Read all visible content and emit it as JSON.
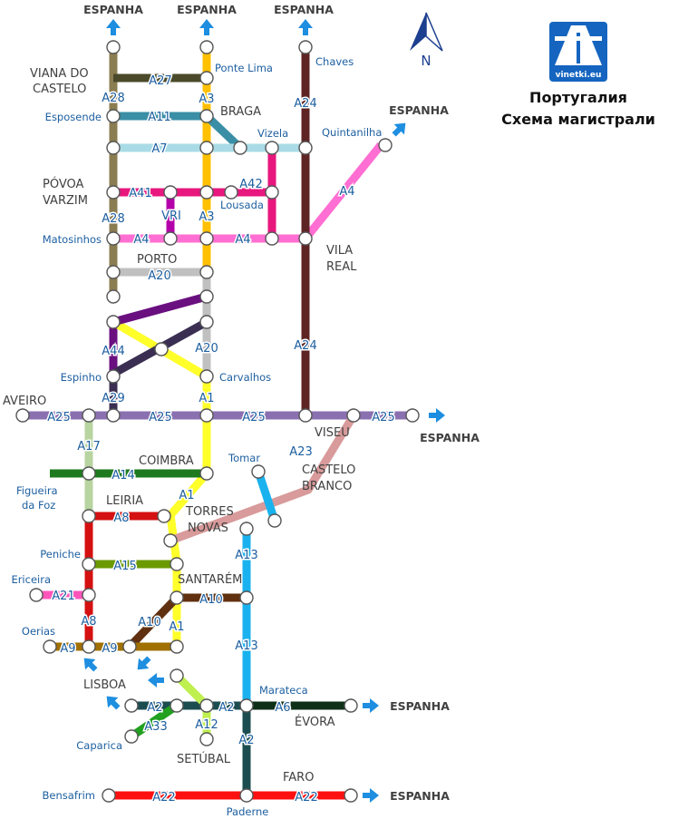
{
  "title": {
    "line1": "Португалия",
    "line2": "Схема магистрали"
  },
  "logo": {
    "text": "vinetki.eu",
    "icon": "motorway-sign-icon"
  },
  "compass": {
    "letter": "N"
  },
  "espanha": "ESPANHA",
  "cities": {
    "viana1": "VIANA DO",
    "viana2": "CASTELO",
    "braga": "BRAGA",
    "povoa1": "PÓVOA",
    "povoa2": "VARZIM",
    "vila1": "VILA",
    "vila2": "REAL",
    "porto": "PORTO",
    "aveiro": "AVEIRO",
    "viseu": "VISEU",
    "coimbra": "COIMBRA",
    "castelo1": "CASTELO",
    "castelo2": "BRANCO",
    "leiria": "LEIRIA",
    "torres1": "TORRES",
    "torres2": "NOVAS",
    "santarem": "SANTARÉM",
    "lisboa": "LISBOA",
    "evora": "ÉVORA",
    "setubal": "SETÚBAL",
    "faro": "FARO"
  },
  "places": {
    "ponte_lima": "Ponte Lima",
    "chaves": "Chaves",
    "esposende": "Esposende",
    "vizela": "Vizela",
    "quintanilha": "Quintanilha",
    "lousada": "Lousada",
    "matosinhos": "Matosinhos",
    "espinho": "Espinho",
    "carvalhos": "Carvalhos",
    "tomar": "Tomar",
    "figueira1": "Figueira",
    "figueira2": "da Foz",
    "peniche": "Peniche",
    "ericeira": "Ericeira",
    "oerias": "Oerias",
    "marateca": "Marateca",
    "caparica": "Caparica",
    "bensafrim": "Bensafrim",
    "paderne": "Paderne"
  },
  "roads": {
    "A27": "A27",
    "A28": "A28",
    "A3": "A3",
    "A11": "A11",
    "A7": "A7",
    "A41": "A41",
    "A42": "A42",
    "VRI": "VRI",
    "A4": "A4",
    "A24": "A24",
    "A20": "A20",
    "A44": "A44",
    "A29": "A29",
    "A1": "A1",
    "A25": "A25",
    "A17": "A17",
    "A23": "A23",
    "A14": "A14",
    "A8": "A8",
    "A15": "A15",
    "A13": "A13",
    "A21": "A21",
    "A10": "A10",
    "A9": "A9",
    "A2": "A2",
    "A6": "A6",
    "A12": "A12",
    "A33": "A33",
    "A22": "A22"
  },
  "colors": {
    "A28": "#8b7d52",
    "A27": "#4a4a2a",
    "A3": "#ffc000",
    "A24": "#5e2424",
    "A11": "#3a8fa6",
    "A7": "#a9dbe6",
    "A41": "#e8177e",
    "A42": "#e8177e",
    "VRI": "#b400a8",
    "A4": "#ff6ed2",
    "A20": "#c0c0c0",
    "A1": "#ffff2a",
    "A44": "#6a0f80",
    "A29": "#3a2f52",
    "A25": "#8a70b0",
    "A17": "#b8d4a0",
    "A23": "#d89a9a",
    "A14": "#1e7a1e",
    "A8": "#d41010",
    "A15": "#6a9a00",
    "A13": "#1ab2ee",
    "A21": "#ff55bb",
    "A10": "#603010",
    "A9": "#a07000",
    "A2": "#1b4c50",
    "A6": "#0e3018",
    "A12": "#bff050",
    "A33": "#22a020",
    "A22": "#ff1010",
    "arrow": "#1e8ee0"
  }
}
